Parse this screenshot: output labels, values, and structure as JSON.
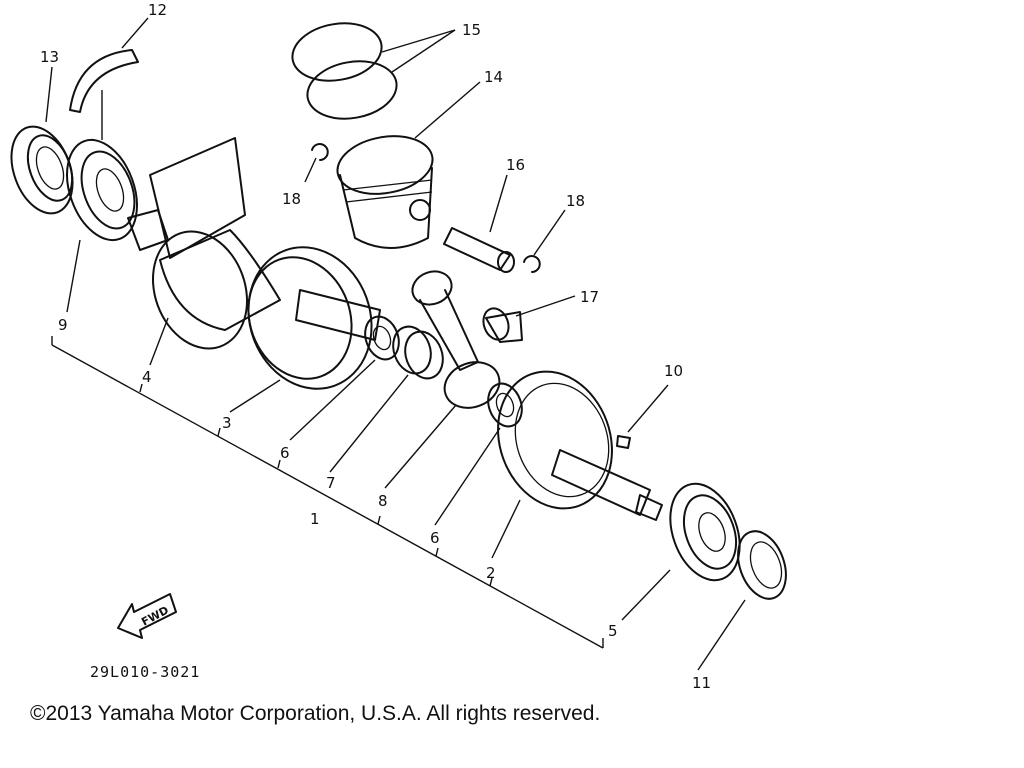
{
  "diagram": {
    "callouts": {
      "c1": "1",
      "c2": "2",
      "c3": "3",
      "c4": "4",
      "c5": "5",
      "c6a": "6",
      "c6b": "6",
      "c7": "7",
      "c8": "8",
      "c9": "9",
      "c10": "10",
      "c11": "11",
      "c12": "12",
      "c13": "13",
      "c14": "14",
      "c15": "15",
      "c16": "16",
      "c17": "17",
      "c18a": "18",
      "c18b": "18"
    },
    "fwd_label": "FWD",
    "code": "29L010-3021"
  },
  "footer": {
    "copyright": "©2013 Yamaha Motor Corporation, U.S.A. All rights reserved."
  }
}
